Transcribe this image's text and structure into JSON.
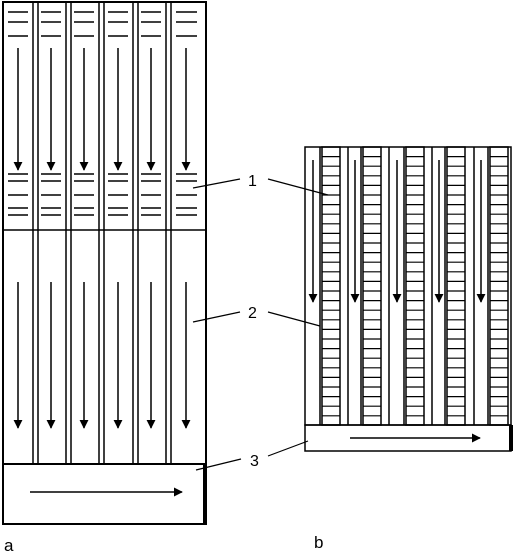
{
  "panels": [
    {
      "id": "a",
      "label": "a"
    },
    {
      "id": "b",
      "label": "b"
    }
  ],
  "callouts": [
    {
      "number": "1"
    },
    {
      "number": "2"
    },
    {
      "number": "3"
    }
  ],
  "colors": {
    "stroke": "#000000",
    "background": "#ffffff"
  }
}
